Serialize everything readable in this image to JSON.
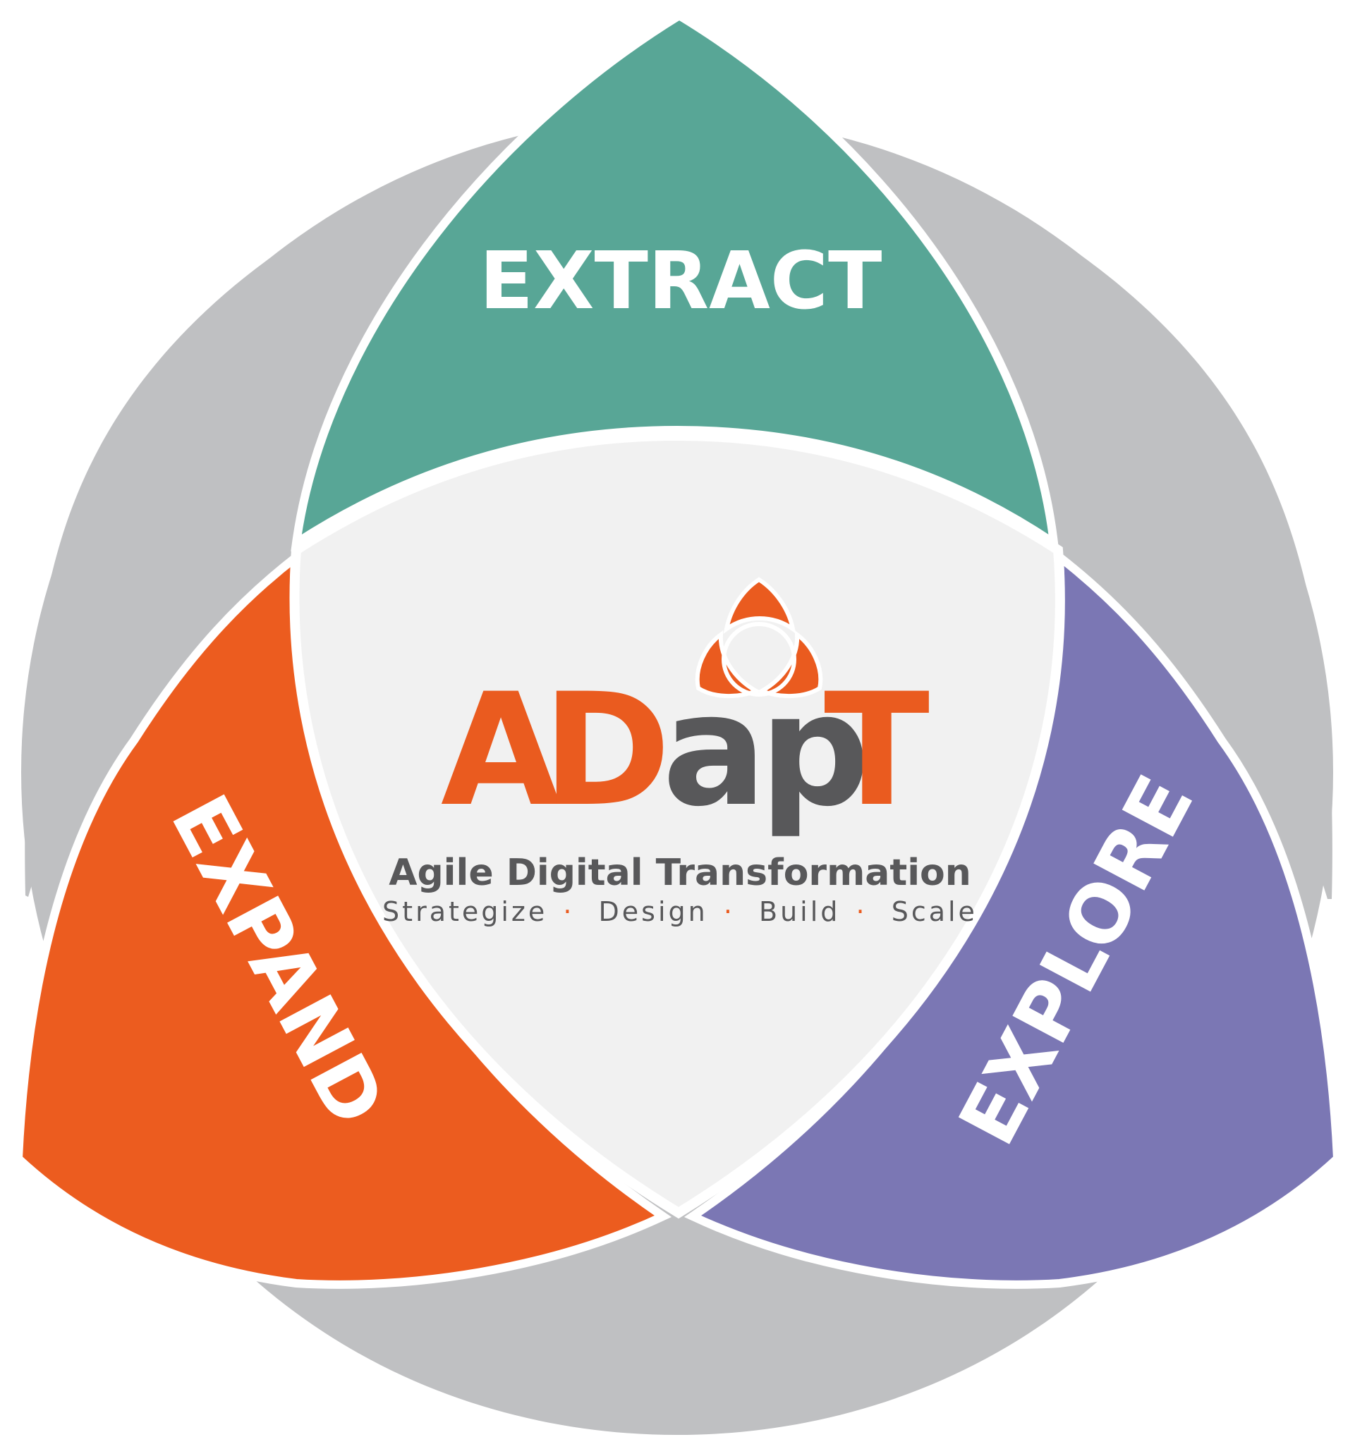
{
  "colors": {
    "ring": "#bfc0c2",
    "top": "#58a696",
    "left": "#ec5c1f",
    "right": "#7b77b4",
    "center": "#f1f1f1",
    "accent": "#ea5b1f",
    "dark": "#58585a",
    "white": "#ffffff"
  },
  "petals": {
    "top": {
      "label": "EXTRACT"
    },
    "left": {
      "label": "EXPAND"
    },
    "right": {
      "label": "EXPLORE"
    }
  },
  "center": {
    "logo_icon": "trefoil-icon",
    "wordmark": {
      "letter_1": "A",
      "letter_2": "D",
      "letter_3": "a",
      "letter_4": "p",
      "letter_5": "T"
    },
    "tagline": "Agile Digital Transformation",
    "steps": [
      "Strategize",
      "Design",
      "Build",
      "Scale"
    ],
    "separator": "·"
  }
}
